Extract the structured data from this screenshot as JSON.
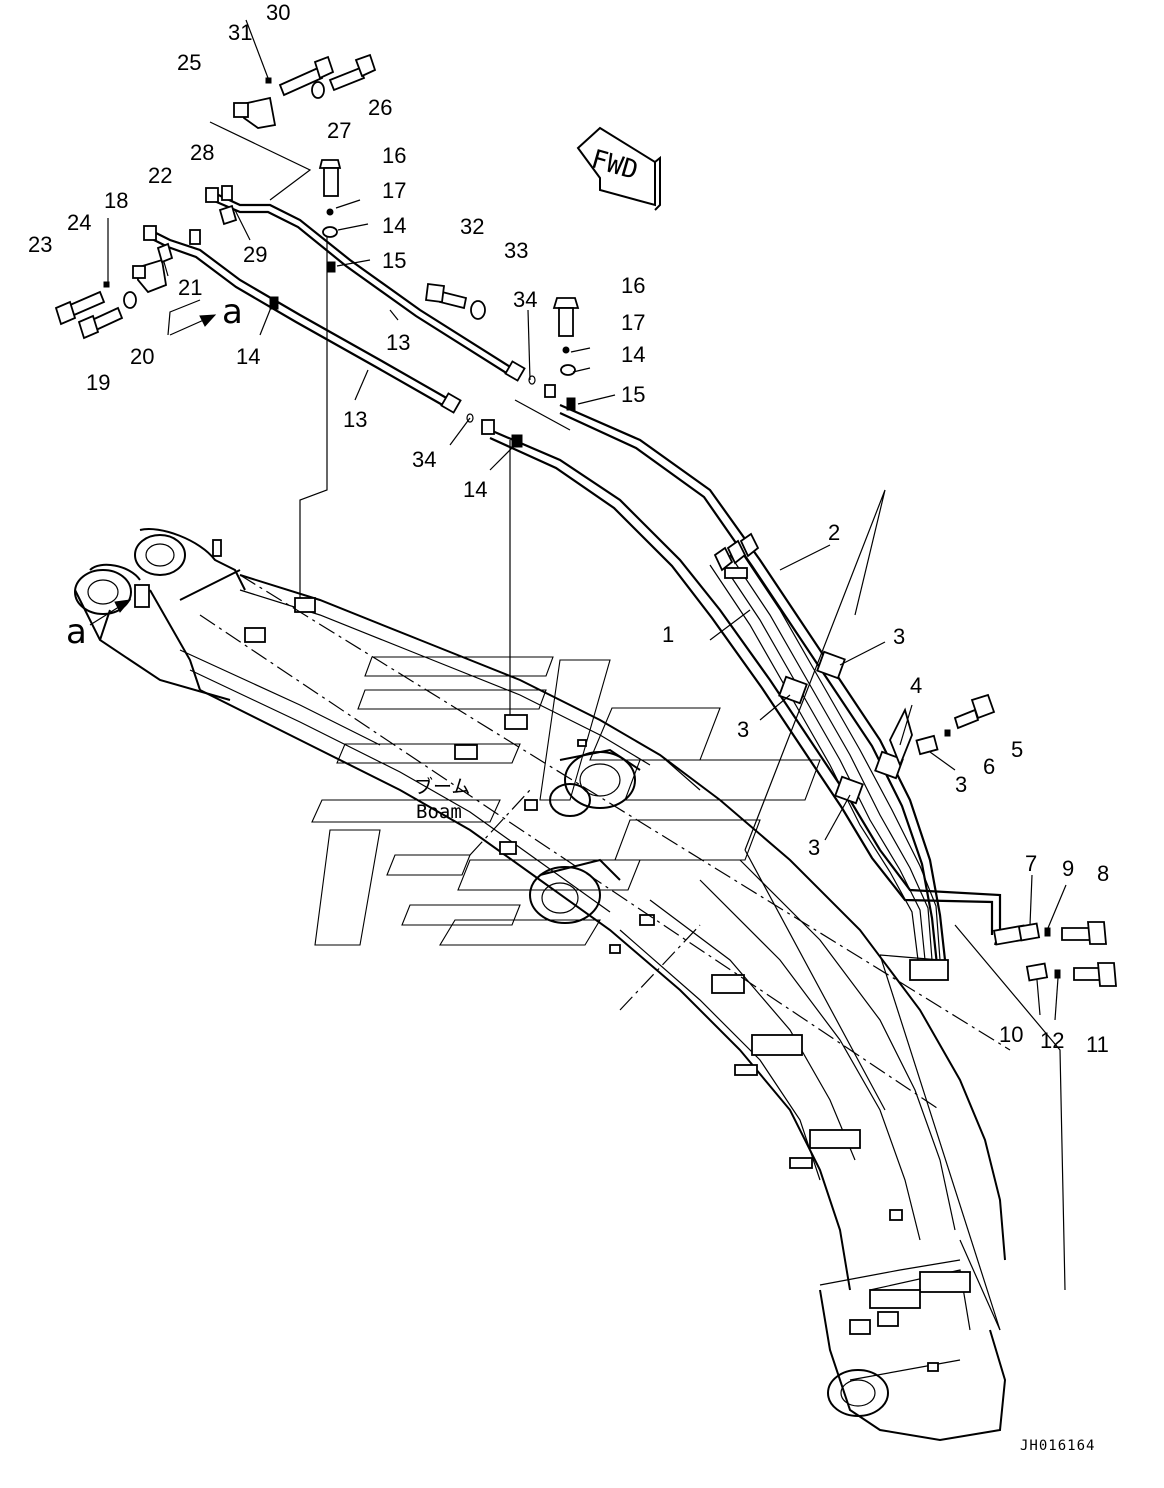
{
  "callouts": [
    {
      "id": "c30",
      "text": "30"
    },
    {
      "id": "c31",
      "text": "31"
    },
    {
      "id": "c25",
      "text": "25"
    },
    {
      "id": "c26",
      "text": "26"
    },
    {
      "id": "c27",
      "text": "27"
    },
    {
      "id": "c28",
      "text": "28"
    },
    {
      "id": "c16a",
      "text": "16"
    },
    {
      "id": "c17a",
      "text": "17"
    },
    {
      "id": "c14a",
      "text": "14"
    },
    {
      "id": "c15a",
      "text": "15"
    },
    {
      "id": "c22",
      "text": "22"
    },
    {
      "id": "c18",
      "text": "18"
    },
    {
      "id": "c24",
      "text": "24"
    },
    {
      "id": "c23",
      "text": "23"
    },
    {
      "id": "c29",
      "text": "29"
    },
    {
      "id": "c21",
      "text": "21"
    },
    {
      "id": "c20",
      "text": "20"
    },
    {
      "id": "c19",
      "text": "19"
    },
    {
      "id": "c14b",
      "text": "14"
    },
    {
      "id": "c13a",
      "text": "13"
    },
    {
      "id": "c13b",
      "text": "13"
    },
    {
      "id": "c32",
      "text": "32"
    },
    {
      "id": "c33",
      "text": "33"
    },
    {
      "id": "c34a",
      "text": "34"
    },
    {
      "id": "c34b",
      "text": "34"
    },
    {
      "id": "c14c",
      "text": "14"
    },
    {
      "id": "c16b",
      "text": "16"
    },
    {
      "id": "c17b",
      "text": "17"
    },
    {
      "id": "c14d",
      "text": "14"
    },
    {
      "id": "c15b",
      "text": "15"
    },
    {
      "id": "c2",
      "text": "2"
    },
    {
      "id": "c1",
      "text": "1"
    },
    {
      "id": "c3a",
      "text": "3"
    },
    {
      "id": "c3b",
      "text": "3"
    },
    {
      "id": "c4",
      "text": "4"
    },
    {
      "id": "c5",
      "text": "5"
    },
    {
      "id": "c6",
      "text": "6"
    },
    {
      "id": "c3c",
      "text": "3"
    },
    {
      "id": "c3d",
      "text": "3"
    },
    {
      "id": "c7",
      "text": "7"
    },
    {
      "id": "c9",
      "text": "9"
    },
    {
      "id": "c8",
      "text": "8"
    },
    {
      "id": "c10",
      "text": "10"
    },
    {
      "id": "c12",
      "text": "12"
    },
    {
      "id": "c11",
      "text": "11"
    }
  ],
  "fwd_label": "FWD",
  "detail_marker": "a",
  "boom_label_ja": "ブーム",
  "boom_label_en": "Boam",
  "drawing_code": "JH016164"
}
